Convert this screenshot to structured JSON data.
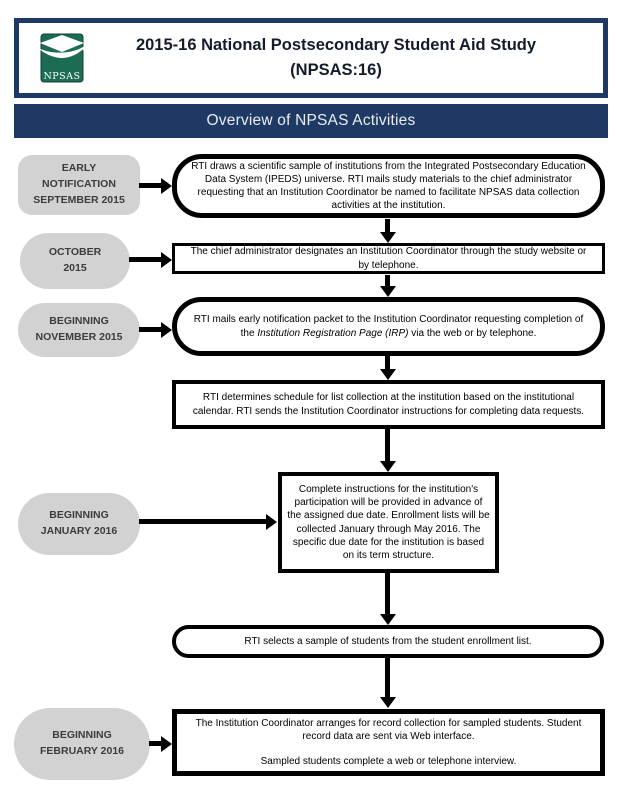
{
  "header": {
    "title_line1": "2015-16 National Postsecondary Student Aid Study",
    "title_line2": "(NPSAS:16)",
    "logo_text": "NPSAS"
  },
  "banner": {
    "title": "Overview of NPSAS Activities"
  },
  "colors": {
    "navy": "#1E3A64",
    "label_gray": "#D2D2D2",
    "logo_green": "#1C6B55"
  },
  "flow": {
    "labels": {
      "september": "EARLY\nNOTIFICATION\nSEPTEMBER 2015",
      "october": "OCTOBER\n2015",
      "november": "BEGINNING\nNOVEMBER 2015",
      "january": "BEGINNING\nJANUARY 2016",
      "february": "BEGINNING\nFEBRUARY 2016"
    },
    "steps": {
      "sample_institutions": "RTI draws a scientific sample of institutions from the Integrated Postsecondary Education Data System (IPEDS) universe. RTI mails study materials to the chief administrator requesting that an Institution Coordinator be named to facilitate NPSAS data collection activities at the institution.",
      "designate_coordinator": "The chief administrator designates an Institution Coordinator through the study website or by telephone.",
      "early_packet_pre": "RTI mails early notification packet to the Institution Coordinator requesting completion of the ",
      "early_packet_italic": "Institution Registration Page (IRP)",
      "early_packet_post": " via the web or by telephone.",
      "determine_schedule": "RTI determines schedule for list collection at the institution based on the institutional calendar. RTI sends the Institution Coordinator instructions for completing data requests.",
      "enrollment_lists": "Complete instructions for the institution's participation will be provided in advance of the assigned due date. Enrollment lists will be collected January through May 2016. The specific due date for the institution is based on its term structure.",
      "select_sample": "RTI selects a sample of students from the student enrollment list.",
      "record_collection_p1": "The Institution Coordinator arranges for record collection for sampled students. Student record data are sent via Web interface.",
      "record_collection_p2": "Sampled students complete a web or telephone interview."
    }
  }
}
